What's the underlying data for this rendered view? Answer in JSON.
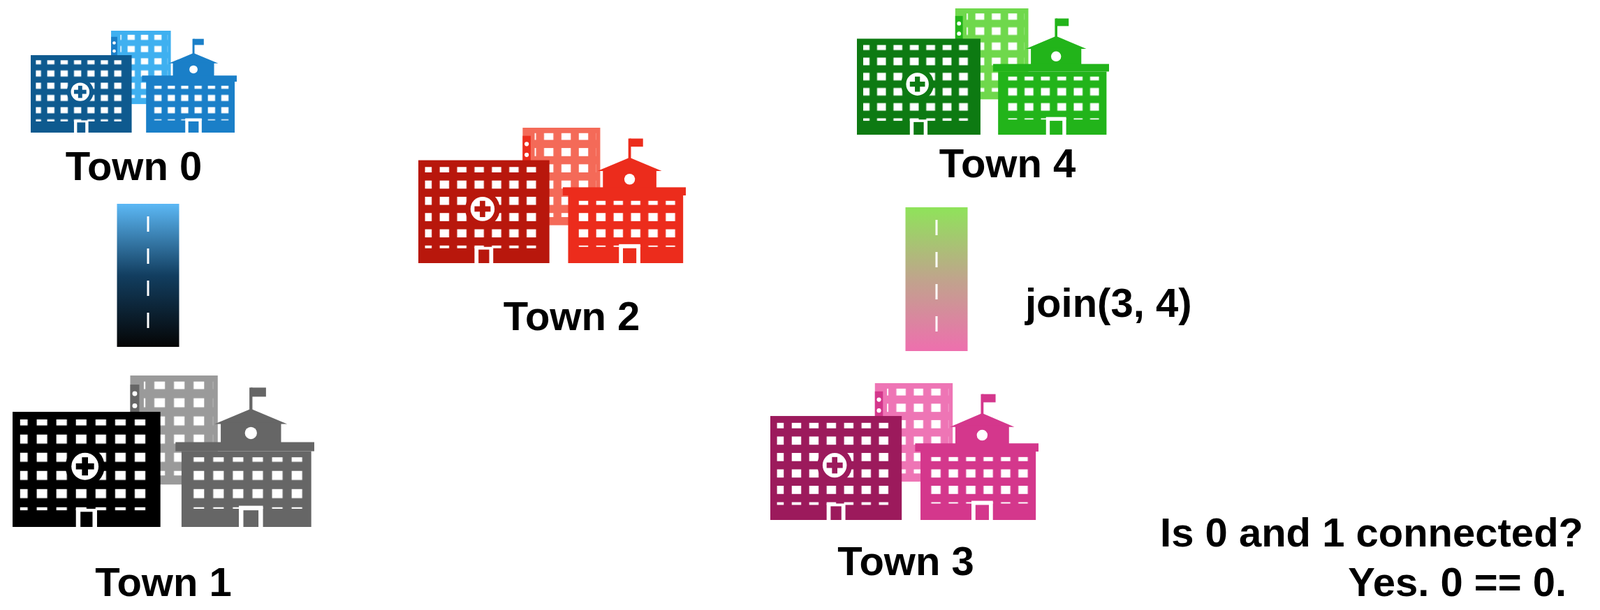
{
  "diagram": {
    "nodes": [
      {
        "text": [
          "Town 0"
        ]
      },
      {
        "text": [
          "Town 1"
        ]
      },
      {
        "text": [
          "Town 2"
        ]
      },
      {
        "text": [
          "Town 3"
        ]
      },
      {
        "text": [
          "Town 4"
        ]
      }
    ],
    "edges": [
      {
        "from": 0,
        "to": 1,
        "arrow": "none"
      },
      {
        "from": 3,
        "to": 4,
        "label": "join(3, 4)",
        "arrow": "none"
      }
    ],
    "labels": [
      "Is 0 and 1 connected?",
      "Yes. 0 == 0."
    ]
  }
}
